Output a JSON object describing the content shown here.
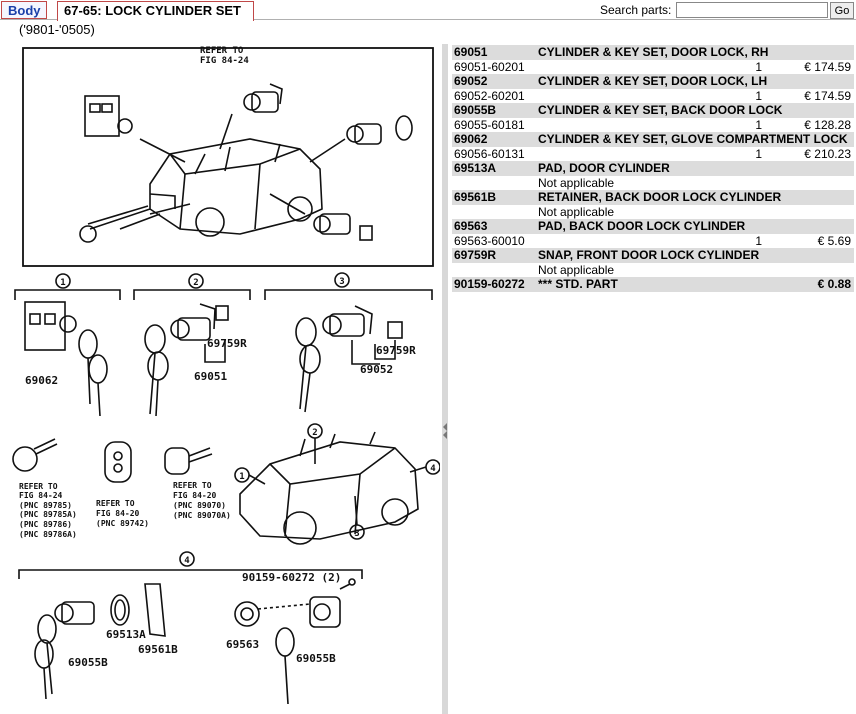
{
  "tabs": {
    "body": "Body",
    "section": "67-65: LOCK CYLINDER SET"
  },
  "search": {
    "label": "Search parts:",
    "value": "",
    "go_label": "Go"
  },
  "years": "('9801-'0505)",
  "diagram": {
    "refer_top": [
      "REFER TO",
      "FIG 84-24"
    ],
    "groups": [
      "1",
      "2",
      "3",
      "4"
    ],
    "labels": {
      "g1_part": "69062",
      "g2_snap": "69759R",
      "g2_part": "69051",
      "g3_snap": "69759R",
      "g3_part": "69052",
      "g4_pad": "69513A",
      "g4_ret": "69561B",
      "g4_cyl": "69055B",
      "g4_pad2": "69563",
      "g4_cyl2": "69055B",
      "std_part": "90159-60272 (2)"
    },
    "refer_a": [
      "REFER TO",
      "FIG 84-24",
      "(PNC 89785)",
      "(PNC 89785A)",
      "(PNC 89786)",
      "(PNC 89786A)"
    ],
    "refer_b": [
      "REFER TO",
      "FIG 84-20",
      "(PNC 89742)"
    ],
    "refer_c": [
      "REFER TO",
      "FIG 84-20",
      "(PNC 89070)",
      "(PNC 89070A)"
    ]
  },
  "parts": [
    {
      "type": "head",
      "pno": "69051",
      "desc": "CYLINDER & KEY SET, DOOR LOCK, RH",
      "qty": "",
      "price": ""
    },
    {
      "type": "sub",
      "pno": "69051-60201",
      "desc": "",
      "qty": "1",
      "price": "€ 174.59"
    },
    {
      "type": "head",
      "pno": "69052",
      "desc": "CYLINDER & KEY SET, DOOR LOCK, LH",
      "qty": "",
      "price": ""
    },
    {
      "type": "sub",
      "pno": "69052-60201",
      "desc": "",
      "qty": "1",
      "price": "€ 174.59"
    },
    {
      "type": "head",
      "pno": "69055B",
      "desc": "CYLINDER & KEY SET, BACK DOOR LOCK",
      "qty": "",
      "price": ""
    },
    {
      "type": "sub",
      "pno": "69055-60181",
      "desc": "",
      "qty": "1",
      "price": "€ 128.28"
    },
    {
      "type": "head",
      "pno": "69062",
      "desc": "CYLINDER & KEY SET, GLOVE COMPARTMENT LOCK",
      "qty": "",
      "price": ""
    },
    {
      "type": "sub",
      "pno": "69056-60131",
      "desc": "",
      "qty": "1",
      "price": "€ 210.23"
    },
    {
      "type": "head",
      "pno": "69513A",
      "desc": "PAD, DOOR CYLINDER",
      "qty": "",
      "price": ""
    },
    {
      "type": "sub",
      "pno": "",
      "desc": "Not applicable",
      "qty": "",
      "price": ""
    },
    {
      "type": "head",
      "pno": "69561B",
      "desc": "RETAINER, BACK DOOR LOCK CYLINDER",
      "qty": "",
      "price": ""
    },
    {
      "type": "sub",
      "pno": "",
      "desc": "Not applicable",
      "qty": "",
      "price": ""
    },
    {
      "type": "head",
      "pno": "69563",
      "desc": "PAD, BACK DOOR LOCK CYLINDER",
      "qty": "",
      "price": ""
    },
    {
      "type": "sub",
      "pno": "69563-60010",
      "desc": "",
      "qty": "1",
      "price": "€ 5.69"
    },
    {
      "type": "head",
      "pno": "69759R",
      "desc": "SNAP, FRONT DOOR LOCK CYLINDER",
      "qty": "",
      "price": ""
    },
    {
      "type": "sub",
      "pno": "",
      "desc": "Not applicable",
      "qty": "",
      "price": ""
    },
    {
      "type": "head",
      "pno": "90159-60272",
      "desc": "*** STD. PART",
      "qty": "",
      "price": "€ 0.88"
    }
  ]
}
